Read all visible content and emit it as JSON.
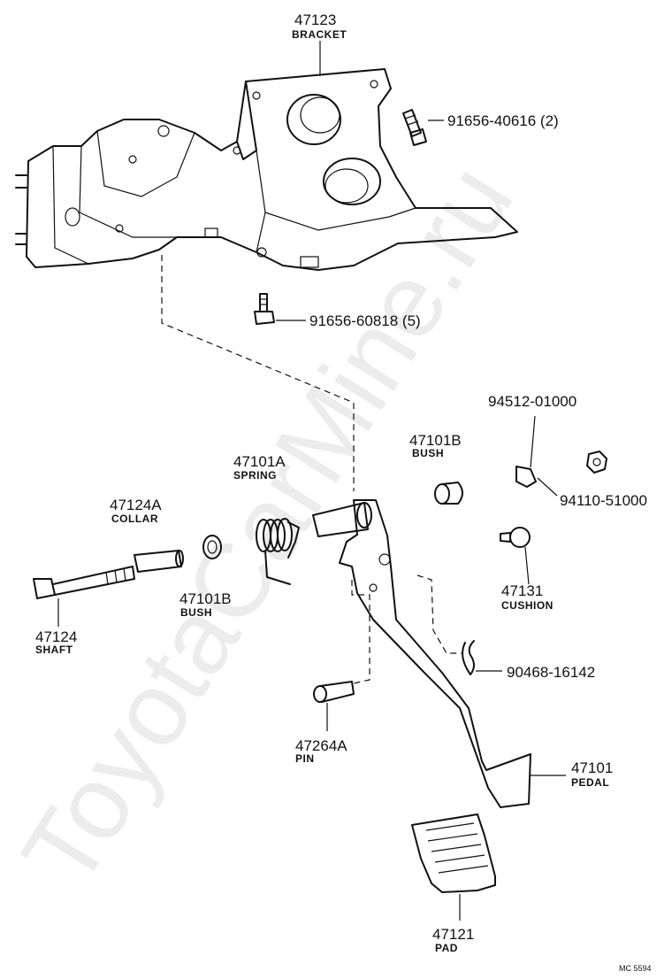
{
  "watermark": "ToyotaCarMine.ru",
  "ref_code": "MC 5594",
  "parts": [
    {
      "key": "bracket",
      "number": "47123",
      "name": "BRACKET"
    },
    {
      "key": "bolt-upper",
      "number": "91656-40616 (2)",
      "name": ""
    },
    {
      "key": "bolt-lower",
      "number": "91656-60818 (5)",
      "name": ""
    },
    {
      "key": "washer",
      "number": "94512-01000",
      "name": ""
    },
    {
      "key": "bush-right",
      "number": "47101B",
      "name": "BUSH"
    },
    {
      "key": "nut",
      "number": "94110-51000",
      "name": ""
    },
    {
      "key": "spring",
      "number": "47101A",
      "name": "SPRING"
    },
    {
      "key": "collar",
      "number": "47124A",
      "name": "COLLAR"
    },
    {
      "key": "cushion",
      "number": "47131",
      "name": "CUSHION"
    },
    {
      "key": "bush-left",
      "number": "47101B",
      "name": "BUSH"
    },
    {
      "key": "shaft",
      "number": "47124",
      "name": "SHAFT"
    },
    {
      "key": "clip",
      "number": "90468-16142",
      "name": ""
    },
    {
      "key": "pin",
      "number": "47264A",
      "name": "PIN"
    },
    {
      "key": "pedal",
      "number": "47101",
      "name": "PEDAL"
    },
    {
      "key": "pad",
      "number": "47121",
      "name": "PAD"
    }
  ]
}
